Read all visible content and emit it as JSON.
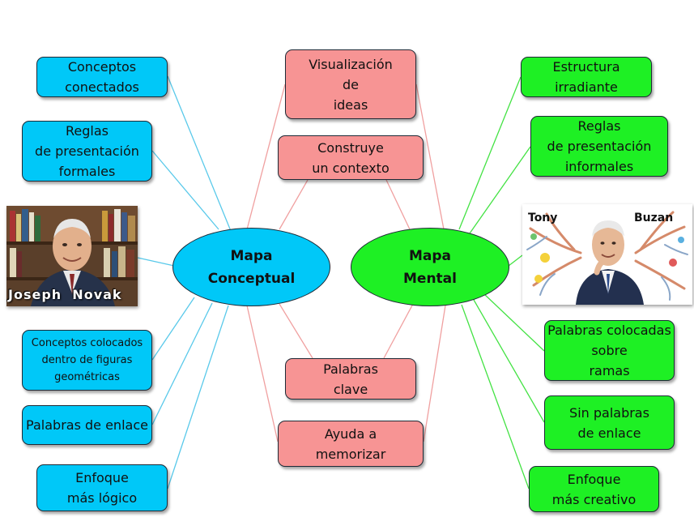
{
  "colors": {
    "blue_fill": "#00c8f8",
    "blue_line": "#59c9ea",
    "green_fill": "#1ef024",
    "green_line": "#43e243",
    "pink_fill": "#f79494",
    "pink_line": "#f0a0a0"
  },
  "concept_map": {
    "hub_label": "Mapa\nConceptual",
    "photo_caption": "Joseph  Novak",
    "items": [
      "Conceptos\nconectados",
      "Reglas\nde presentación\nformales",
      "Conceptos colocados\ndentro de figuras\ngeométricas",
      "Palabras de enlace",
      "Enfoque\nmás lógico"
    ]
  },
  "mind_map": {
    "hub_label": "Mapa\nMental",
    "photo_caption_left": "Tony",
    "photo_caption_right": "Buzan",
    "items": [
      "Estructura\nirradiante",
      "Reglas\nde presentación\ninformales",
      "Palabras colocadas\nsobre\nramas",
      "Sin palabras\nde enlace",
      "Enfoque\nmás creativo"
    ]
  },
  "shared": {
    "items": [
      "Visualización\nde\nideas",
      "Construye\nun contexto",
      "Palabras\nclave",
      "Ayuda a\nmemorizar"
    ]
  }
}
